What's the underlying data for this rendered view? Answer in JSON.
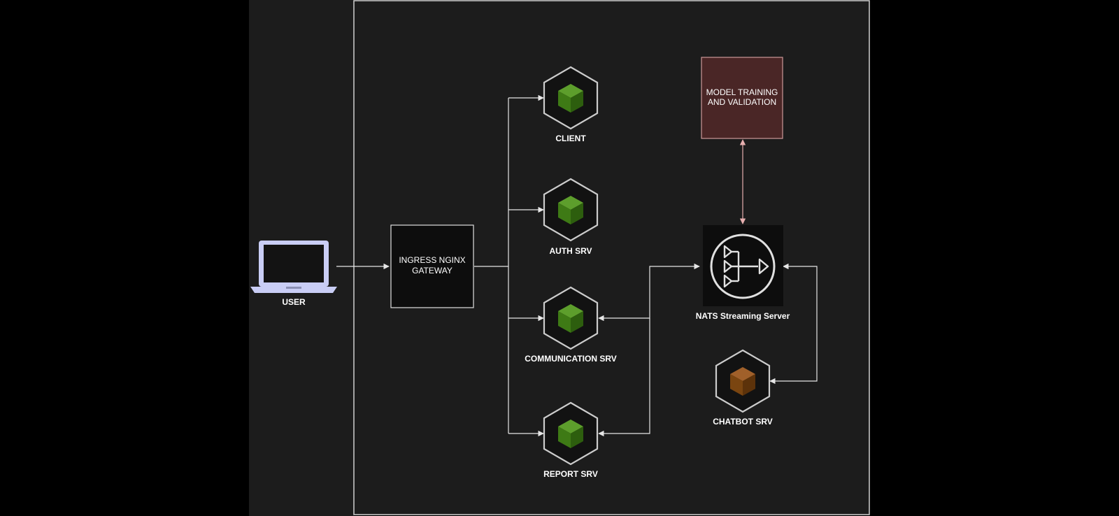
{
  "nodes": {
    "user": {
      "label": "USER"
    },
    "gateway": {
      "label_line1": "INGRESS NGINX",
      "label_line2": "GATEWAY"
    },
    "client": {
      "label": "CLIENT"
    },
    "auth": {
      "label": "AUTH SRV"
    },
    "communication": {
      "label": "COMMUNICATION SRV"
    },
    "report": {
      "label": "REPORT SRV"
    },
    "model": {
      "label_line1": "MODEL TRAINING",
      "label_line2": "AND VALIDATION"
    },
    "nats": {
      "label": "NATS Streaming Server"
    },
    "chatbot": {
      "label": "CHATBOT SRV"
    }
  },
  "icons": {
    "user": "laptop-icon",
    "services": "cube-icon",
    "nats": "message-broker-icon"
  },
  "colors": {
    "background": "#000000",
    "canvas": "#1c1c1c",
    "border": "#d0d0d0",
    "line": "#e6e6e6",
    "text": "#ffffff",
    "service_cube": "#3e7a15",
    "chatbot_cube": "#7a4510",
    "model_box": "#4a2626",
    "model_link": "#e8b0b0",
    "laptop": "#c9cdf5"
  }
}
